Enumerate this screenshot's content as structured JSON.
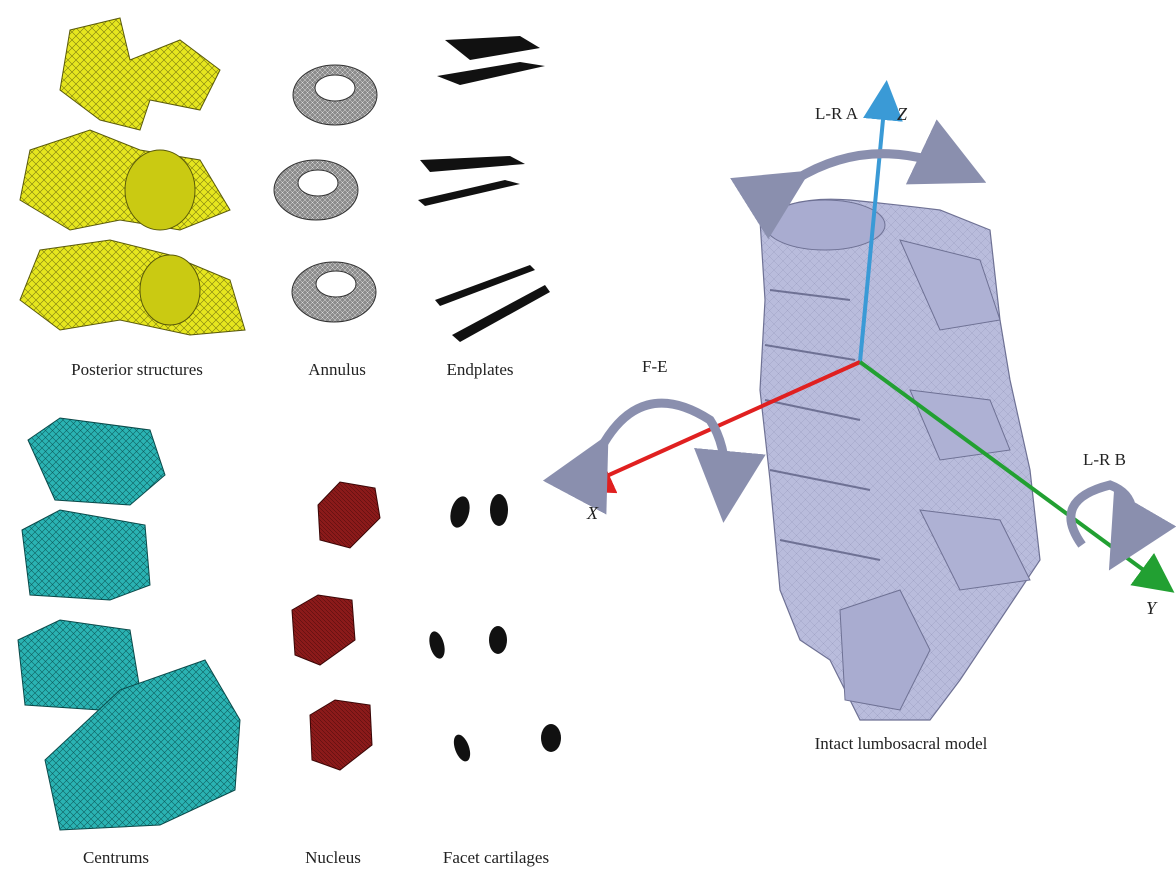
{
  "panels": {
    "posterior": "Posterior structures",
    "annulus": "Annulus",
    "endplates": "Endplates",
    "centrums": "Centrums",
    "nucleus": "Nucleus",
    "facet": "Facet cartilages",
    "model": "Intact lumbosacral model"
  },
  "axes": {
    "x": "X",
    "y": "Y",
    "z": "Z"
  },
  "rotations": {
    "lra": "L-R A",
    "fe": "F-E",
    "lrb": "L-R B"
  },
  "colors": {
    "posterior": "#e6e61e",
    "annulus": "#8c8c8c",
    "endplates": "#111111",
    "centrums": "#2ab3b3",
    "nucleus": "#8b1a1a",
    "facet": "#111111",
    "model": "#b9bcdc",
    "x_axis": "#e02020",
    "y_axis": "#22a032",
    "z_axis": "#3a9ad6",
    "arrows": "#8a8fae"
  }
}
